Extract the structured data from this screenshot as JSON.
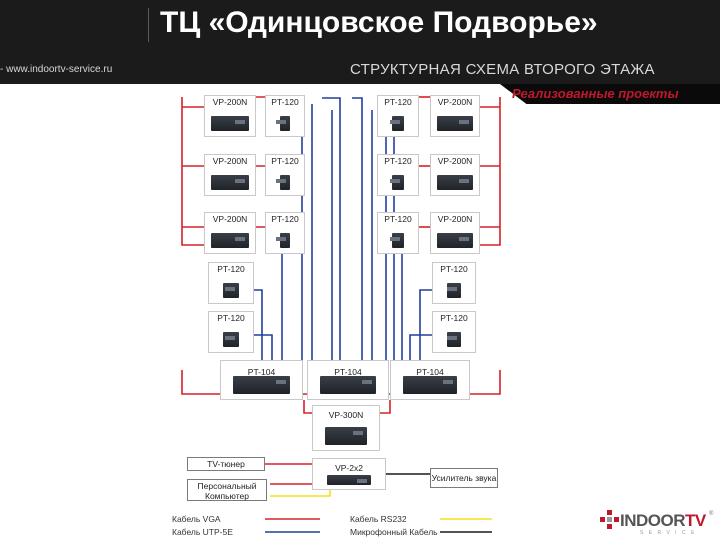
{
  "header": {
    "title": "ТЦ «Одинцовское Подворье»",
    "website": "www.indoortv-service.ru",
    "subtitle": "СТРУКТУРНАЯ СХЕМА ВТОРОГО ЭТАЖА",
    "banner": "Реализованные проекты"
  },
  "devices": {
    "vp200n": "VP-200N",
    "pt120": "PT-120",
    "pt104": "PT-104",
    "vp300n": "VP-300N",
    "vp2x2": "VP-2x2"
  },
  "sources": {
    "tv_tuner": "TV-тюнер",
    "pc": "Персональный\nКомпьютер",
    "amplifier": "Усилитель звука"
  },
  "legend": {
    "vga": "Кабель VGA",
    "utp": "Кабель UTP-5E",
    "rs232": "Кабель RS232",
    "mic": "Микрофонный Кабель"
  },
  "logo": {
    "brand_main": "INDOOR",
    "brand_accent": "TV",
    "tagline": "S E R V I C E",
    "tm": "®"
  },
  "colors": {
    "vga": "#d5202b",
    "utp": "#243f9c",
    "rs232": "#f2e31a",
    "mic": "#1a1a1a",
    "banner_text": "#c0182b"
  }
}
